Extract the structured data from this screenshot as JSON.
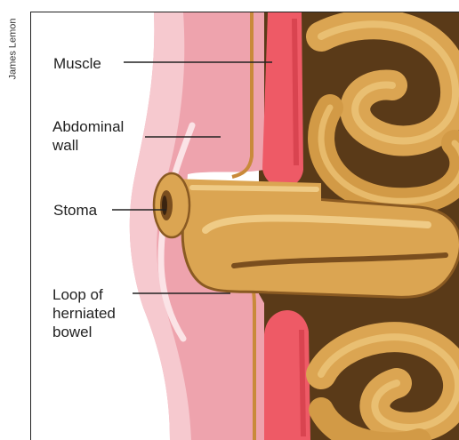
{
  "credit": "James Lemon",
  "labels": {
    "muscle": "Muscle",
    "abdominal_wall_line1": "Abdominal",
    "abdominal_wall_line2": "wall",
    "stoma": "Stoma",
    "loop_line1": "Loop of",
    "loop_line2": "herniated",
    "loop_line3": "bowel"
  },
  "colors": {
    "skin": "#f2b6bd",
    "skin_light": "#f8d3d8",
    "wall": "#eea3ad",
    "muscle": "#ee5a66",
    "muscle_dark": "#d94450",
    "bowel": "#dba552",
    "bowel_light": "#e9bf72",
    "bowel_dark": "#7a4e1e",
    "cavity": "#5a3a18"
  }
}
